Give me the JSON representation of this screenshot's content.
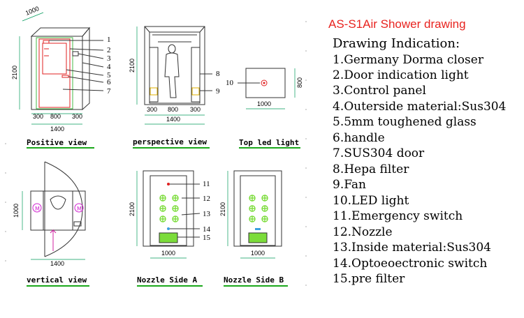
{
  "title": "AS-S1Air Shower drawing",
  "heading": "Drawing Indication:",
  "indications": [
    "1.Germany Dorma closer",
    "2.Door indication light",
    "3.Control panel",
    "4.Outerside material:Sus304",
    "5.5mm toughened glass",
    "6.handle",
    "7.SUS304 door",
    "8.Hepa filter",
    "9.Fan",
    "10.LED light",
    "11.Emergency switch",
    "12.Nozzle",
    "13.Inside material:Sus304",
    "14.Optoeoectronic switch",
    "15.pre filter"
  ],
  "views": {
    "positive": "Positive view",
    "perspective": "perspective view",
    "top_led": "Top led light",
    "vertical": "vertical view",
    "nozzle_a": "Nozzle Side A",
    "nozzle_b": "Nozzle Side B"
  },
  "dims": {
    "d1000": "1000",
    "d2100": "2100",
    "d300": "300",
    "d800": "800",
    "d1400": "1400"
  },
  "callouts": {
    "n1": "1",
    "n2": "2",
    "n3": "3",
    "n4": "4",
    "n5": "5",
    "n6": "6",
    "n7": "7",
    "n8": "8",
    "n9": "9",
    "n10": "10",
    "n11": "11",
    "n12": "12",
    "n13": "13",
    "n14": "14",
    "n15": "15"
  },
  "icons": {
    "motor_badge": "M",
    "arrow_marker": "↑"
  },
  "colors": {
    "title": "#e8231f",
    "label_underline": "#1aa81a",
    "nozzle": "#7bdc3a",
    "dim_line": "#009a5a",
    "door_red": "#e02020"
  }
}
